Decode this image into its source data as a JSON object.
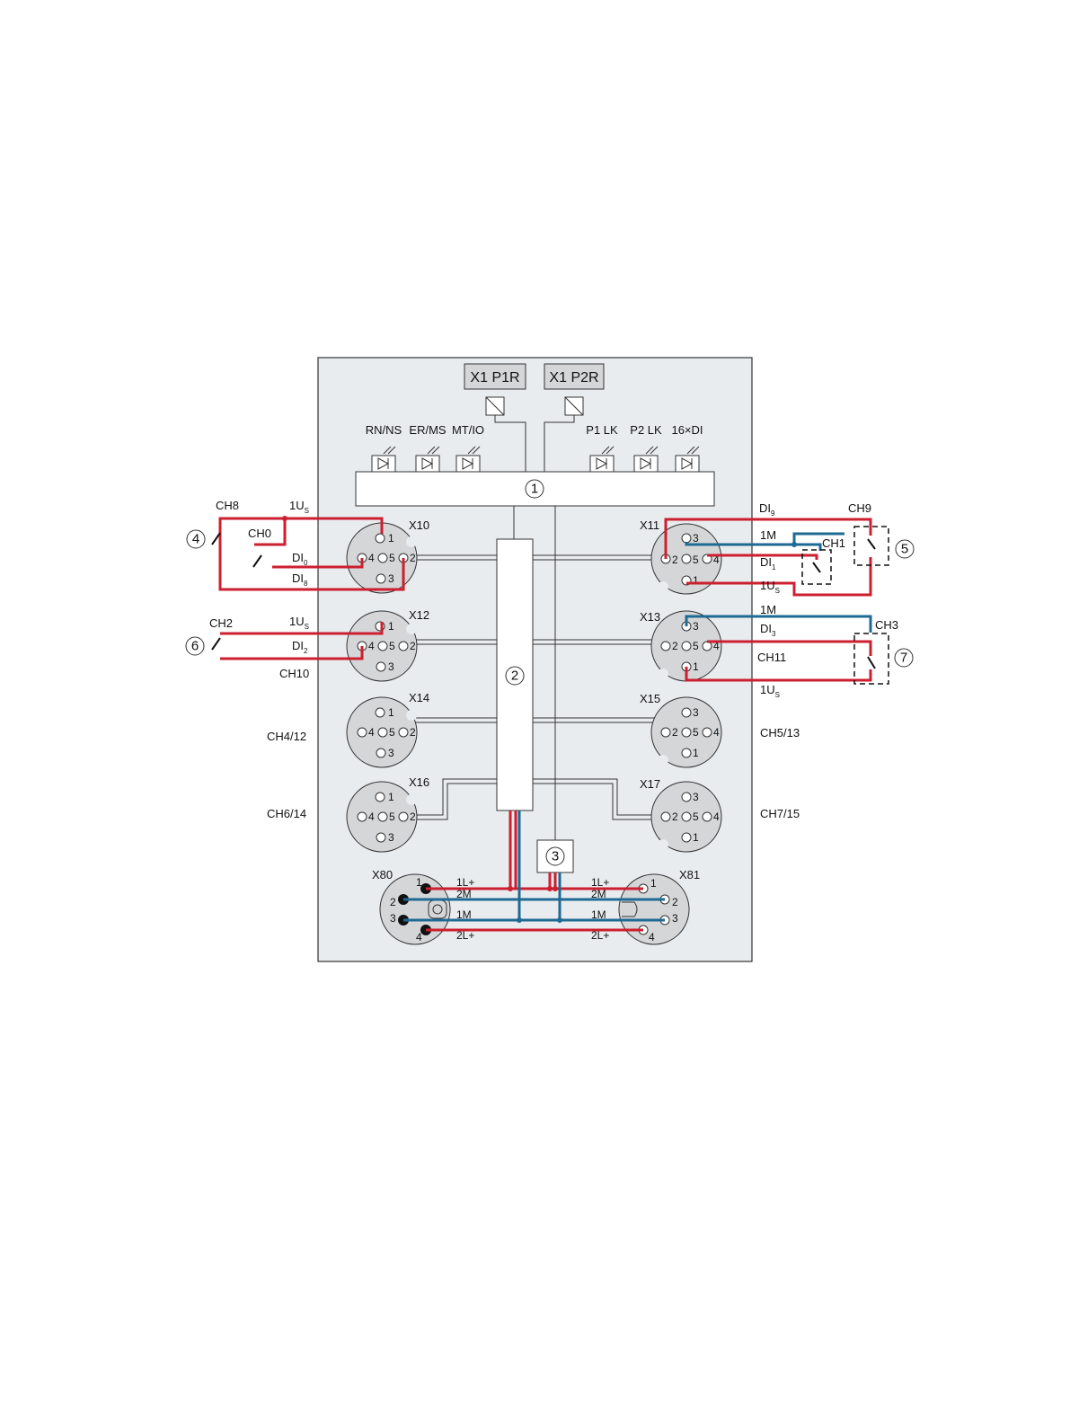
{
  "ports": {
    "p1": "X1 P1R",
    "p2": "X1 P2R"
  },
  "leds": [
    "RN/NS",
    "ER/MS",
    "MT/IO",
    "P1 LK",
    "P2 LK",
    "16×DI"
  ],
  "markers": [
    "1",
    "2",
    "3",
    "4",
    "5",
    "6",
    "7"
  ],
  "connectors": {
    "x10": "X10",
    "x11": "X11",
    "x12": "X12",
    "x13": "X13",
    "x14": "X14",
    "x15": "X15",
    "x16": "X16",
    "x17": "X17",
    "x80": "X80",
    "x81": "X81"
  },
  "channels": {
    "ch8": "CH8",
    "ch0": "CH0",
    "ch2": "CH2",
    "ch10": "CH10",
    "ch4_12": "CH4/12",
    "ch6_14": "CH6/14",
    "ch9": "CH9",
    "ch1": "CH1",
    "ch3": "CH3",
    "ch11": "CH11",
    "ch5_13": "CH5/13",
    "ch7_15": "CH7/15"
  },
  "signals": {
    "us_main": "1U",
    "us_sub": "S",
    "di_main": "DI",
    "di0_sub": "0",
    "di8_sub": "8",
    "di2_sub": "2",
    "di9_sub": "9",
    "di1_sub": "1",
    "di3_sub": "3",
    "m1": "1M",
    "m2": "2M",
    "l1": "1L+",
    "l2": "2L+"
  },
  "pins": {
    "p1": "1",
    "p2": "2",
    "p3": "3",
    "p4": "4",
    "p5": "5"
  },
  "colors": {
    "red": "#cc1f2f",
    "blue": "#1f6a93",
    "panel": "#e9ecef",
    "connector": "#d4d6d8"
  }
}
